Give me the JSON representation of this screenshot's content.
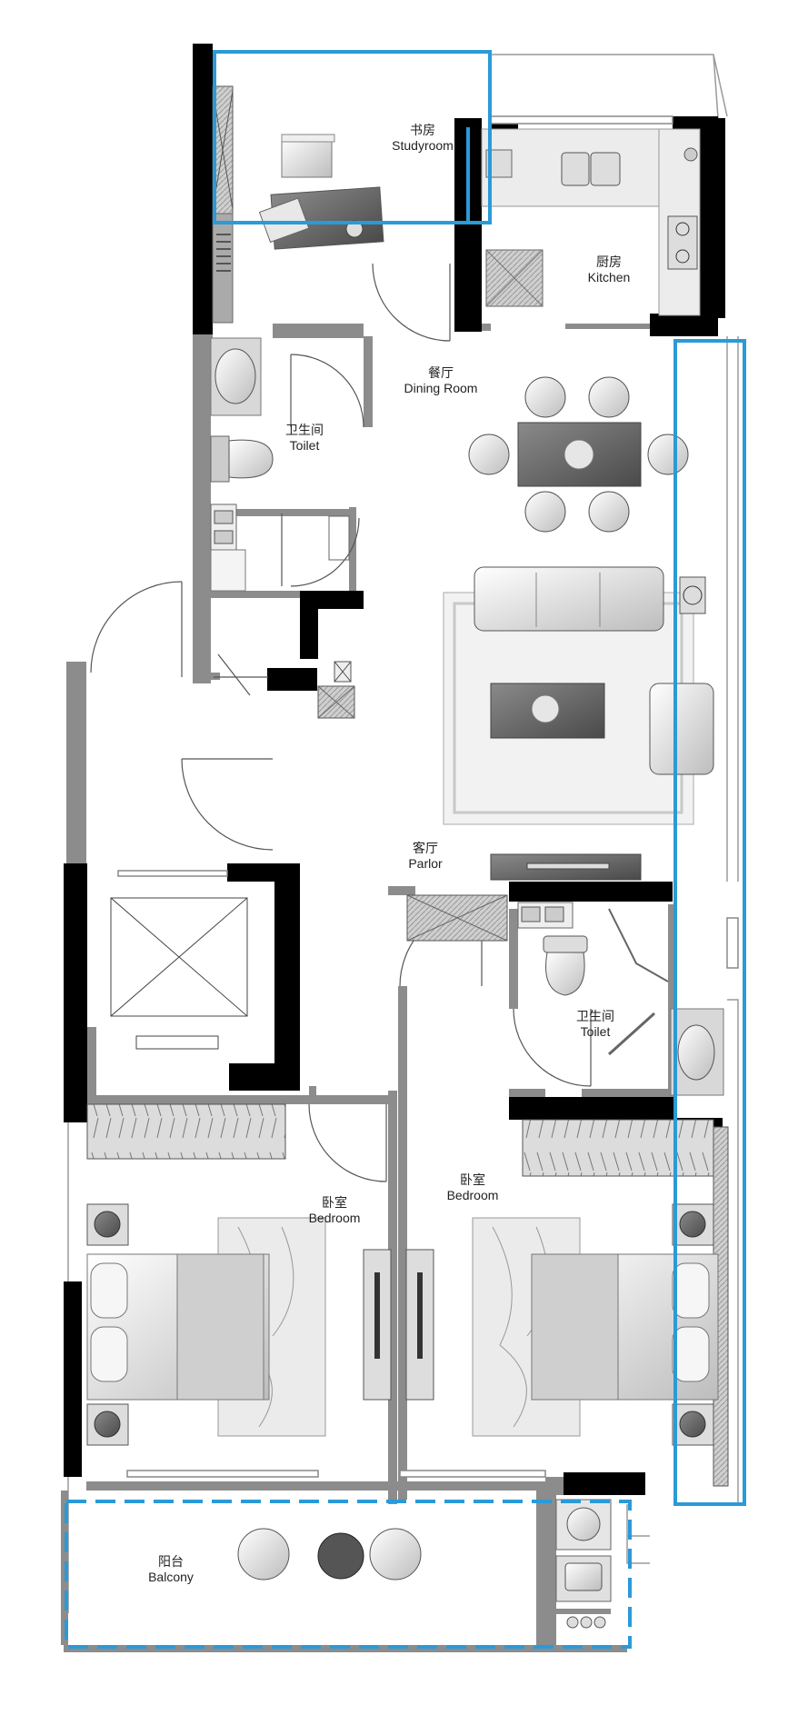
{
  "rooms": {
    "studyroom": {
      "cn": "书房",
      "en": "Studyroom"
    },
    "kitchen": {
      "cn": "厨房",
      "en": "Kitchen"
    },
    "dining": {
      "cn": "餐厅",
      "en": "Dining Room"
    },
    "toilet1": {
      "cn": "卫生间",
      "en": "Toilet"
    },
    "parlor": {
      "cn": "客厅",
      "en": "Parlor"
    },
    "toilet2": {
      "cn": "卫生间",
      "en": "Toilet"
    },
    "bedroom1": {
      "cn": "卧室",
      "en": "Bedroom"
    },
    "bedroom2": {
      "cn": "卧室",
      "en": "Bedroom"
    },
    "balcony": {
      "cn": "阳台",
      "en": "Balcony"
    }
  },
  "colors": {
    "wall": "#000000",
    "partition": "#8c8c8c",
    "highlight": "#2a9ad8",
    "furniture": "#d9d9d9",
    "furniture_dark": "#6e6e6e"
  }
}
